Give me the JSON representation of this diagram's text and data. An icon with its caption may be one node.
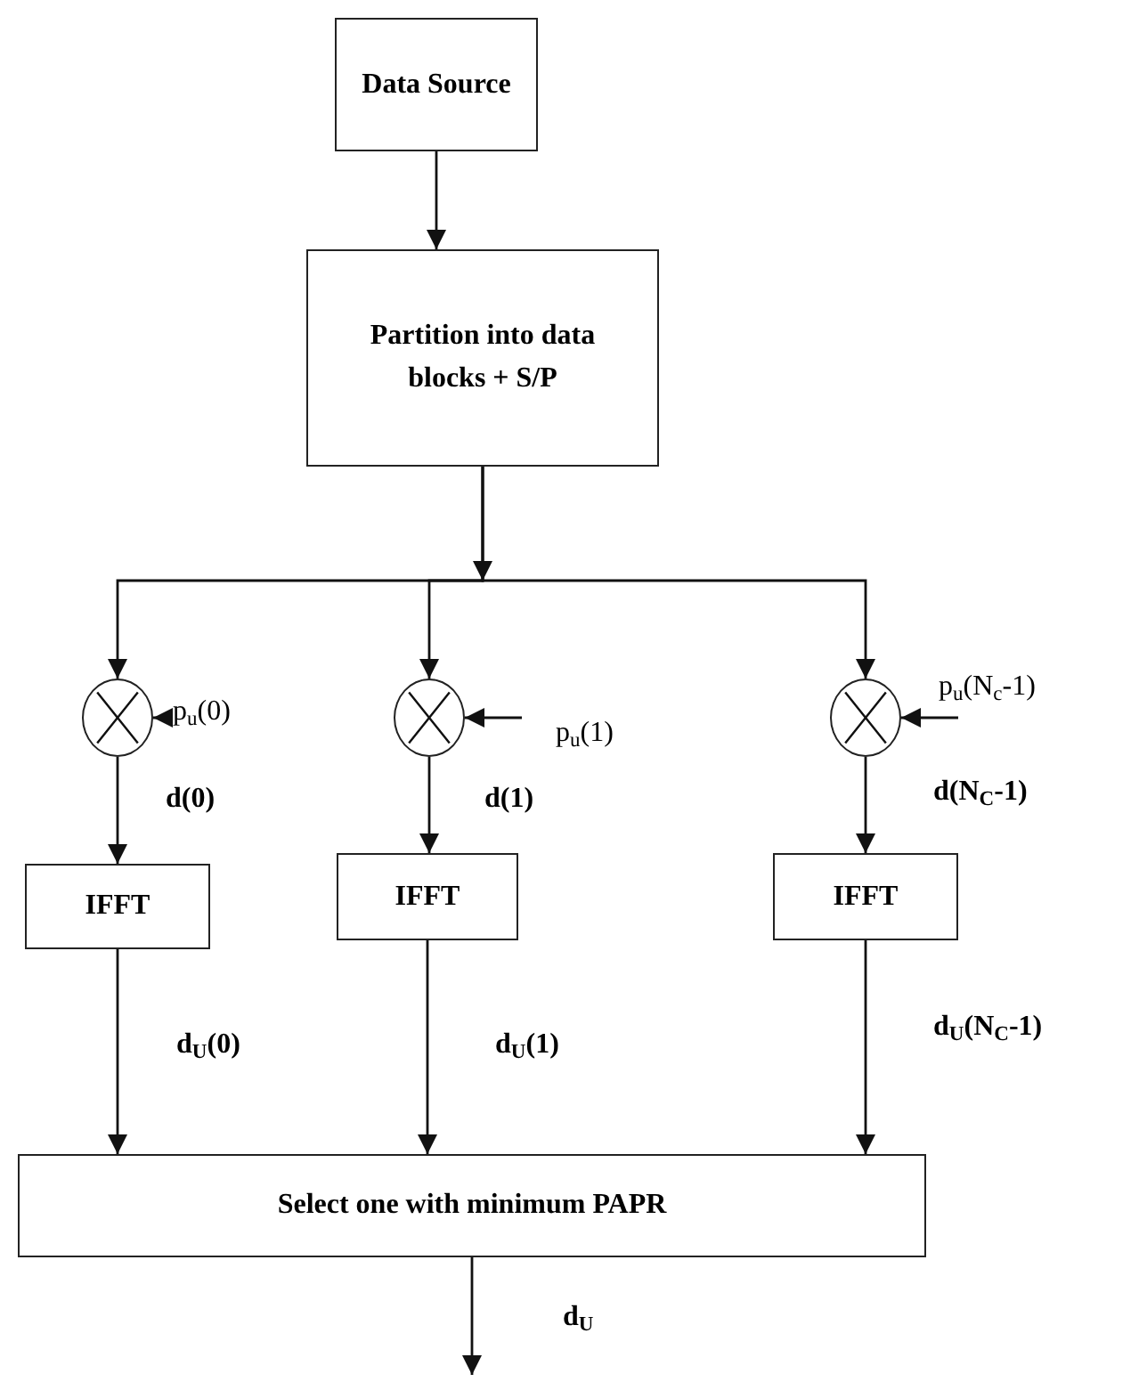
{
  "diagram": {
    "nodes": [
      {
        "text": [
          "Data Source"
        ]
      },
      {
        "text": [
          "Partition into data blocks + S/P"
        ]
      },
      {
        "text": [],
        "shape": "circle"
      },
      {
        "text": [],
        "shape": "circle"
      },
      {
        "text": [],
        "shape": "circle"
      },
      {
        "text": [
          "IFFT"
        ]
      },
      {
        "text": [
          "IFFT"
        ]
      },
      {
        "text": [
          "IFFT"
        ]
      },
      {
        "text": [
          "Select one with minimum PAPR"
        ]
      }
    ],
    "edges": [
      {
        "from": 0,
        "to": 1,
        "arrow": "to"
      },
      {
        "from": 1,
        "to": 2,
        "arrow": "to"
      },
      {
        "from": 1,
        "to": 3,
        "arrow": "to"
      },
      {
        "from": 1,
        "to": 4,
        "arrow": "to"
      },
      {
        "from": null,
        "to": 2,
        "arrow": "to",
        "label": "p$_{u}$(0)"
      },
      {
        "from": null,
        "to": 3,
        "arrow": "to",
        "label": "p$_{u}$(1)"
      },
      {
        "from": null,
        "to": 4,
        "arrow": "to",
        "label": "p$_{u}$(N$_{c}$-1)"
      },
      {
        "from": 2,
        "to": 5,
        "arrow": "to",
        "label": "d(0)"
      },
      {
        "from": 3,
        "to": 6,
        "arrow": "to",
        "label": "d(1)"
      },
      {
        "from": 4,
        "to": 7,
        "arrow": "to",
        "label": "d(N$_{C}$-1)"
      },
      {
        "from": 5,
        "to": 8,
        "arrow": "to",
        "label": "d$_{U}$(0)"
      },
      {
        "from": 6,
        "to": 8,
        "arrow": "to",
        "label": "d$_{U}$(1)"
      },
      {
        "from": 7,
        "to": 8,
        "arrow": "to",
        "label": "d$_{U}$(N$_{C}$-1)"
      },
      {
        "from": 8,
        "to": null,
        "arrow": "to",
        "label": "d$_{U}$"
      }
    ]
  }
}
